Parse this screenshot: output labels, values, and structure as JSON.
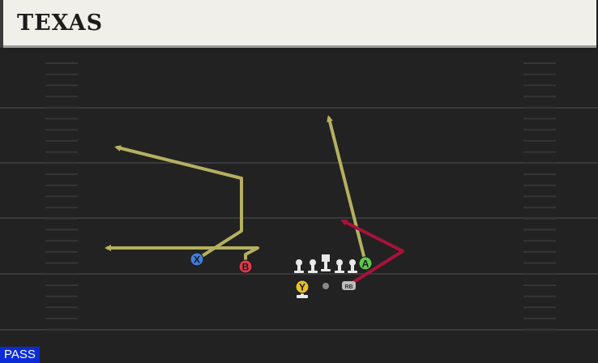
{
  "play": {
    "title": "TEXAS",
    "play_type": "PASS"
  },
  "players": {
    "x": {
      "label": "X",
      "color": "#3d7fd9"
    },
    "b": {
      "label": "B",
      "color": "#e0394b"
    },
    "a": {
      "label": "A",
      "color": "#5ec94a"
    },
    "y": {
      "label": "Y",
      "color": "#e7bf2c"
    },
    "rb": {
      "label": "RB"
    }
  },
  "colors": {
    "route_primary": "#b5b060",
    "route_hot": "#a8123a",
    "field_bg": "#222222",
    "yard_line": "#3a3a3a",
    "badge_bg": "#0a2bd6"
  }
}
